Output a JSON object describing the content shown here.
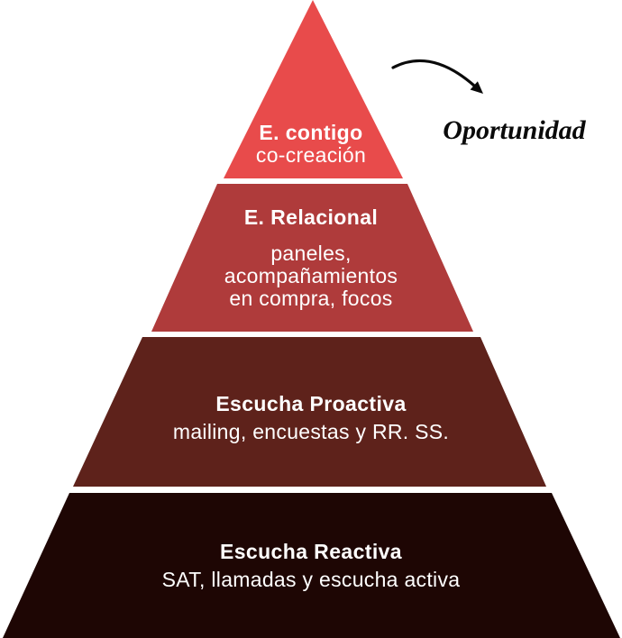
{
  "colors": {
    "background": "#ffffff",
    "text": "#ffffff",
    "ink": "#0a0a0a"
  },
  "diagram": {
    "annotation": "Oportunidad",
    "arrow_icon": "curved-arrow",
    "levels": [
      {
        "name": "e-contigo",
        "title": "E. contigo",
        "subtitle": "co-creación",
        "color": "#E84B4B"
      },
      {
        "name": "e-relacional",
        "title": "E. Relacional",
        "subtitle": "paneles,\nacompañamientos\nen compra, focos",
        "color": "#AF3B3B"
      },
      {
        "name": "escucha-proactiva",
        "title": "Escucha Proactiva",
        "subtitle": "mailing, encuestas y RR. SS.",
        "color": "#5E221B"
      },
      {
        "name": "escucha-reactiva",
        "title": "Escucha Reactiva",
        "subtitle": "SAT, llamadas y escucha activa",
        "color": "#1E0604"
      }
    ]
  }
}
